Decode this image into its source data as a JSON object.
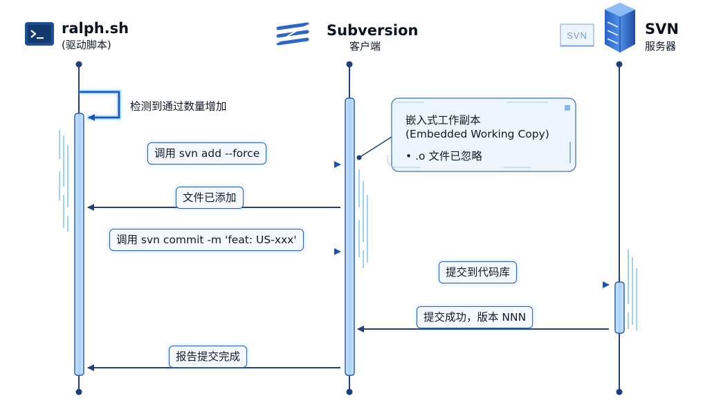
{
  "actors": [
    {
      "name": "ralph.sh",
      "sub": "(驱动脚本)",
      "icon": "terminal-icon"
    },
    {
      "name": "Subversion",
      "sub": "客户端",
      "icon": "subversion-logo-icon"
    },
    {
      "name": "SVN",
      "sub": "服务器",
      "icon": "server-icon",
      "logo_text": "SVN"
    }
  ],
  "self_message": "检测到通过数量增加",
  "note": {
    "line1": "嵌入式工作副本",
    "line2": "(Embedded Working Copy)",
    "line3": "• .o 文件已忽略"
  },
  "messages": [
    {
      "label": "调用 svn add --force",
      "direction": "request"
    },
    {
      "label": "文件已添加",
      "direction": "reply"
    },
    {
      "label": "调用 svn commit -m 'feat: US-xxx'",
      "direction": "request"
    },
    {
      "label": "提交到代码库",
      "direction": "request"
    },
    {
      "label": "提交成功，版本 NNN",
      "direction": "reply"
    },
    {
      "label": "报告提交完成",
      "direction": "reply"
    }
  ],
  "colors": {
    "accent": "#2f6fd6",
    "glow": "#4fc3ff",
    "line": "#1f3f7a"
  }
}
